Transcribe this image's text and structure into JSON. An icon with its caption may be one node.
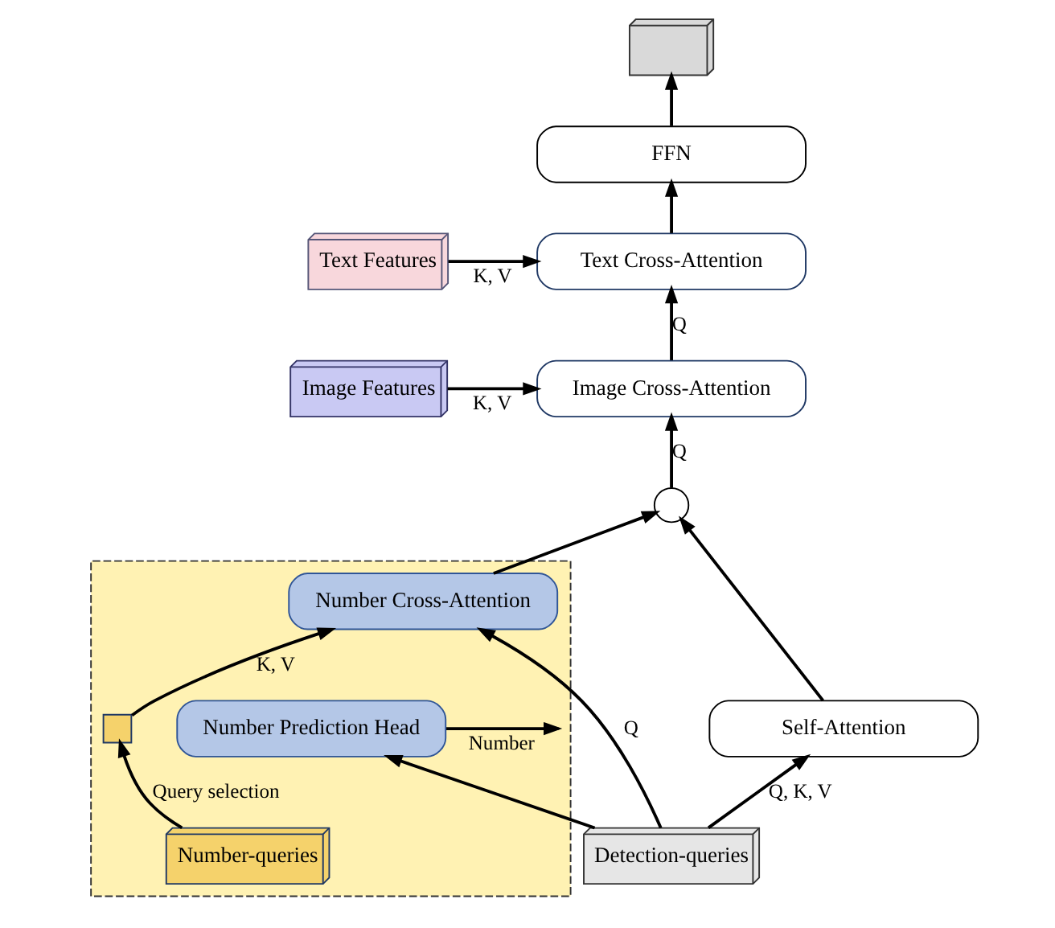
{
  "diagram": {
    "nodes": [
      {
        "text": [],
        "shape": "bar"
      },
      {
        "text": [
          "FFN"
        ]
      },
      {
        "text": [
          "Text Cross-Attention"
        ]
      },
      {
        "text": [
          "Image Cross-Attention"
        ]
      },
      {
        "text": [
          "Text Features"
        ]
      },
      {
        "text": [
          "Image Features"
        ]
      },
      {
        "text": [],
        "shape": "circle"
      },
      {
        "text": [],
        "shape": "box"
      },
      {
        "text": [],
        "shape": "box",
        "in": 7
      },
      {
        "text": [
          "Number Cross-Attention"
        ],
        "in": 7
      },
      {
        "text": [
          "Number Prediction Head"
        ],
        "in": 7
      },
      {
        "text": [
          "Number-queries"
        ],
        "in": 7
      },
      {
        "text": [
          "Self-Attention"
        ]
      },
      {
        "text": [
          "Detection-queries"
        ]
      }
    ],
    "edges": [
      {
        "from": 1,
        "to": 0,
        "arrow": "to"
      },
      {
        "from": 2,
        "to": 1,
        "arrow": "to"
      },
      {
        "from": 3,
        "to": 2,
        "arrow": "to",
        "label": "Q"
      },
      {
        "from": 6,
        "to": 3,
        "arrow": "to",
        "label": "Q"
      },
      {
        "from": 4,
        "to": 2,
        "arrow": "to",
        "label": "K, V"
      },
      {
        "from": 5,
        "to": 3,
        "arrow": "to",
        "label": "K, V"
      },
      {
        "from": 9,
        "to": 6,
        "arrow": "to"
      },
      {
        "from": 12,
        "to": 6,
        "arrow": "to"
      },
      {
        "from": 8,
        "to": 9,
        "arrow": "to",
        "label": "K, V"
      },
      {
        "from": 13,
        "to": 9,
        "arrow": "to",
        "label": "Q"
      },
      {
        "from": 13,
        "to": 12,
        "arrow": "to",
        "label": "Q, K, V"
      },
      {
        "from": 13,
        "to": 10,
        "arrow": "to"
      },
      {
        "from": 10,
        "to": null,
        "arrow": "to",
        "label": "Number"
      },
      {
        "from": 11,
        "to": 8,
        "arrow": "to",
        "label": "Query selection"
      }
    ]
  }
}
